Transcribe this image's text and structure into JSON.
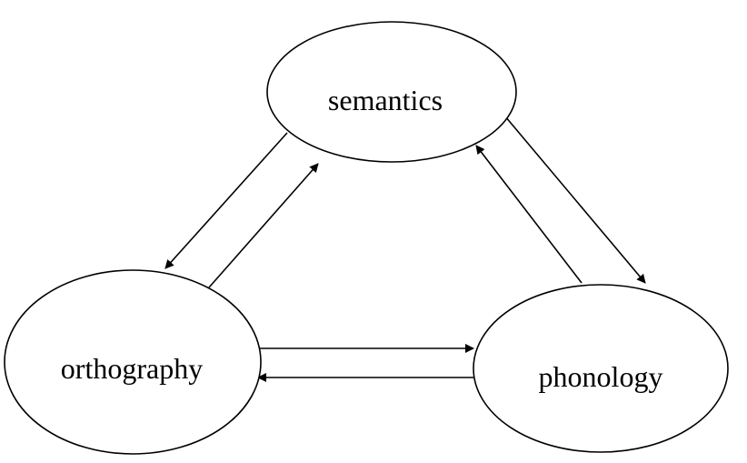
{
  "nodes": {
    "semantics": {
      "label": "semantics"
    },
    "orthography": {
      "label": "orthography"
    },
    "phonology": {
      "label": "phonology"
    }
  },
  "edges": [
    {
      "from": "semantics",
      "to": "orthography"
    },
    {
      "from": "orthography",
      "to": "semantics"
    },
    {
      "from": "semantics",
      "to": "phonology"
    },
    {
      "from": "phonology",
      "to": "semantics"
    },
    {
      "from": "orthography",
      "to": "phonology"
    },
    {
      "from": "phonology",
      "to": "orthography"
    }
  ],
  "colors": {
    "stroke": "#000000",
    "background": "#ffffff"
  }
}
